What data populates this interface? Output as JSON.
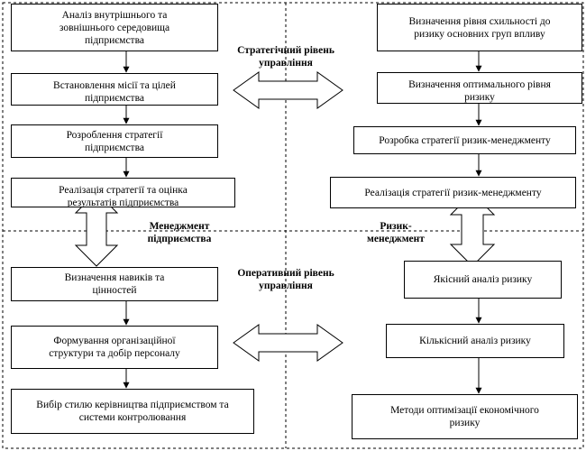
{
  "left_column": {
    "box1": "Аналіз внутрішнього та\nзовнішнього середовища\nпідприємства",
    "box2": "Встановлення місії та цілей\nпідприємства",
    "box3": "Розроблення стратегії\nпідприємства",
    "box4": "Реалізація стратегії та оцінка\nрезультатів  підприємства",
    "box5": "Визначення навиків та\nцінностей",
    "box6": "Формування організаційної\nструктури та добір персоналу",
    "box7": "Вибір стилю керівництва підприємством та\nсистеми контролювання"
  },
  "right_column": {
    "box1": "Визначення рівня схильності до\nризику основних груп впливу",
    "box2": "Визначення оптимального рівня\nризику",
    "box3": "Розробка стратегії ризик-менеджменту",
    "box4": "Реалізація стратегії ризик-менеджменту",
    "box5": "Якісний аналіз ризику",
    "box6": "Кількісний аналіз ризику",
    "box7": "Методи оптимізації економічного\nризику"
  },
  "labels": {
    "strategic_level": "Стратегічний рівень\nуправління",
    "operational_level": "Оперативний рівень\nуправління",
    "enterprise_management": "Менеджмент\nпідприємства",
    "risk_management": "Ризик-\nменеджмент"
  }
}
